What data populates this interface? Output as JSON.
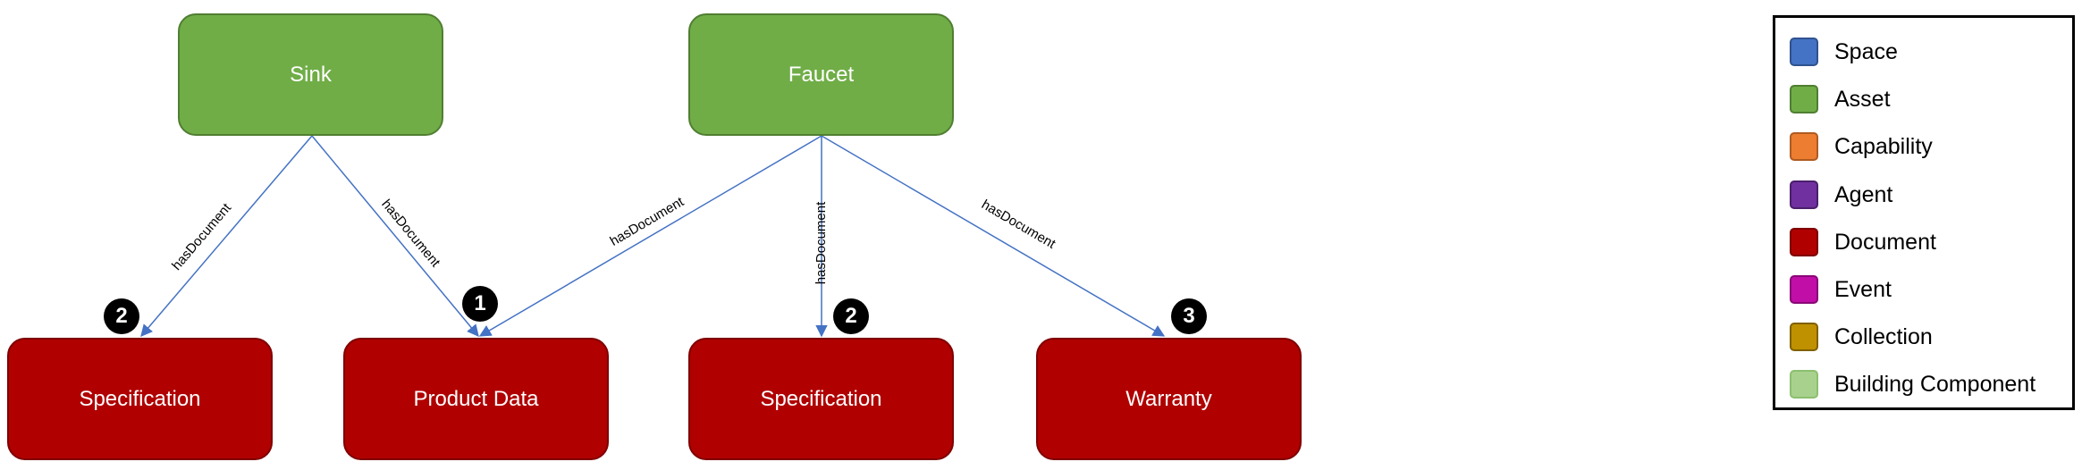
{
  "nodes": {
    "sink": "Sink",
    "faucet": "Faucet",
    "spec1": "Specification",
    "product": "Product Data",
    "spec2": "Specification",
    "warranty": "Warranty"
  },
  "badges": {
    "spec1": "2",
    "product": "1",
    "spec2": "2",
    "warranty": "3"
  },
  "edges": [
    {
      "label": "hasDocument"
    },
    {
      "label": "hasDocument"
    },
    {
      "label": "hasDocument"
    },
    {
      "label": "hasDocument"
    },
    {
      "label": "hasDocument"
    }
  ],
  "legend": [
    {
      "label": "Space",
      "color": "#4472c4",
      "border": "#2f528f"
    },
    {
      "label": "Asset",
      "color": "#70ad47",
      "border": "#507e32"
    },
    {
      "label": "Capability",
      "color": "#ed7d31",
      "border": "#ae5a21"
    },
    {
      "label": "Agent",
      "color": "#7030a0",
      "border": "#4b1f6b"
    },
    {
      "label": "Document",
      "color": "#b00000",
      "border": "#7f0000"
    },
    {
      "label": "Event",
      "color": "#c00ea6",
      "border": "#8a0877"
    },
    {
      "label": "Collection",
      "color": "#bf9000",
      "border": "#7f6000"
    },
    {
      "label": "Building Component",
      "color": "#a9d18e",
      "border": "#8cbf6e"
    }
  ],
  "colors": {
    "edge": "#4472c4",
    "asset": "#70ad47",
    "document": "#b00000"
  }
}
